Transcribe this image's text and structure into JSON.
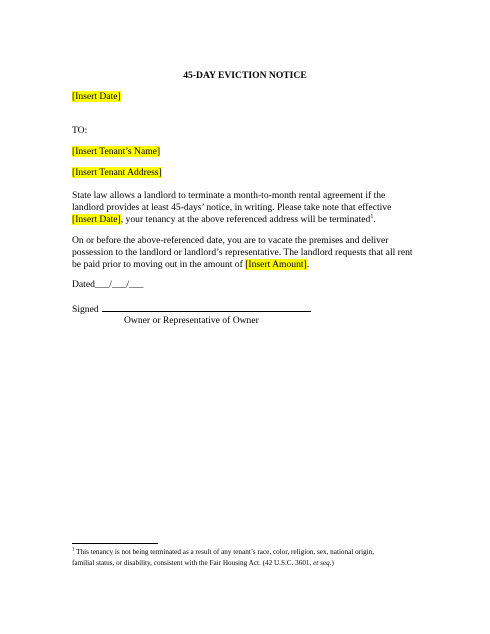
{
  "title": "45-DAY EVICTION NOTICE",
  "date_placeholder": "[Insert Date]",
  "to_label": "TO:",
  "tenant_name": "[Insert Tenant’s Name]",
  "tenant_address": "[Insert Tenant Address]",
  "para1": {
    "line1": "State law allows a landlord to terminate a month-to-month rental agreement if the",
    "line2": "landlord provides at least 45-days’ notice, in writing.  Please take note that effective",
    "line3_highlight": "[Insert Date]",
    "line3_rest": ", your tenancy at the above referenced address will be terminated",
    "footnote_ref": "1",
    "line3_end": "."
  },
  "para2": {
    "line1": "On or before the above-referenced date, you are to vacate the premises and deliver",
    "line2": "possession to the landlord or landlord’s representative.  The landlord requests that all rent",
    "line3_start": "be paid prior to moving out in the amount of ",
    "line3_highlight": "[Insert Amount]",
    "line3_end": "."
  },
  "dated_line": "Dated___/___/___",
  "signed_label": "Signed",
  "signature_caption": "Owner or Representative of Owner",
  "footnote": {
    "mark": "1",
    "line1": " This tenancy is not being terminated as a result of any tenant’s race, color, religion, sex, national origin,",
    "line2_start": "familial status, or disability, consistent with the Fair Housing Act. (42 U.S.C. 3601, ",
    "line2_italic": "et seq.",
    "line2_end": ")"
  },
  "highlight_color": "#ffff00"
}
